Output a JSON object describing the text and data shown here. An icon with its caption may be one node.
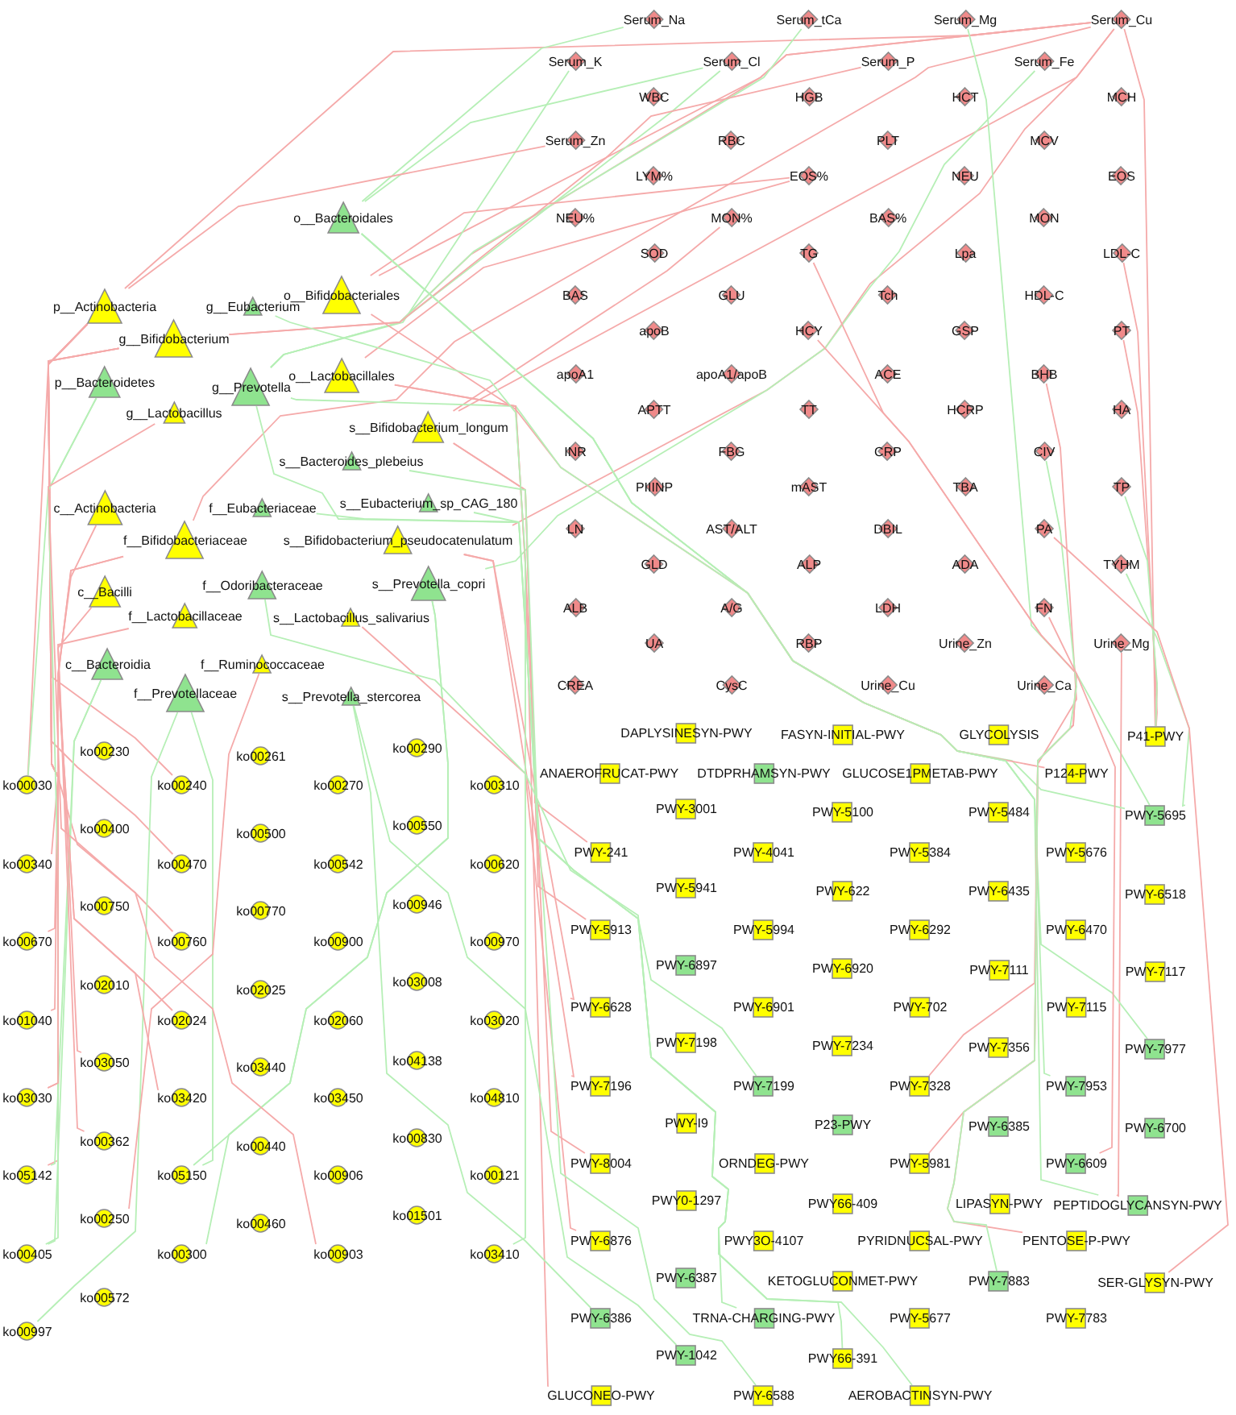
{
  "diagram": {
    "nodes": [
      {
        "text": [
          "o__Bacteroidales"
        ]
      },
      {
        "text": [
          "p__Actinobacteria"
        ]
      },
      {
        "text": [
          "g__Eubacterium"
        ]
      },
      {
        "text": [
          "o__Bifidobacteriales"
        ]
      },
      {
        "text": [
          "g__Bifidobacterium"
        ]
      },
      {
        "text": [
          "p__Bacteroidetes"
        ]
      },
      {
        "text": [
          "g__Prevotella"
        ]
      },
      {
        "text": [
          "o__Lactobacillales"
        ]
      },
      {
        "text": [
          "g__Lactobacillus"
        ]
      },
      {
        "text": [
          "s__Bifidobacterium_longum"
        ]
      },
      {
        "text": [
          "s__Bacteroides_plebeius"
        ]
      },
      {
        "text": [
          "c__Actinobacteria"
        ]
      },
      {
        "text": [
          "f__Eubacteriaceae"
        ]
      },
      {
        "text": [
          "s__Eubacterium_sp_CAG_180"
        ]
      },
      {
        "text": [
          "f__Bifidobacteriaceae"
        ]
      },
      {
        "text": [
          "s__Bifidobacterium_pseudocatenulatum"
        ]
      },
      {
        "text": [
          "c__Bacilli"
        ]
      },
      {
        "text": [
          "f__Odoribacteraceae"
        ]
      },
      {
        "text": [
          "s__Prevotella_copri"
        ]
      },
      {
        "text": [
          "f__Lactobacillaceae"
        ]
      },
      {
        "text": [
          "s__Lactobacillus_salivarius"
        ]
      },
      {
        "text": [
          "c__Bacteroidia"
        ]
      },
      {
        "text": [
          "f__Ruminococcaceae"
        ]
      },
      {
        "text": [
          "f__Prevotellaceae"
        ]
      },
      {
        "text": [
          "s__Prevotella_stercorea"
        ]
      },
      {
        "text": [
          "Serum_Na"
        ]
      },
      {
        "text": [
          "Serum_tCa"
        ]
      },
      {
        "text": [
          "Serum_Mg"
        ]
      },
      {
        "text": [
          "Serum_Cu"
        ]
      },
      {
        "text": [
          "Serum_K"
        ]
      },
      {
        "text": [
          "Serum_Cl"
        ]
      },
      {
        "text": [
          "Serum_P"
        ]
      },
      {
        "text": [
          "Serum_Fe"
        ]
      },
      {
        "text": [
          "WBC"
        ]
      },
      {
        "text": [
          "HGB"
        ]
      },
      {
        "text": [
          "HCT"
        ]
      },
      {
        "text": [
          "MCH"
        ]
      },
      {
        "text": [
          "Serum_Zn"
        ]
      },
      {
        "text": [
          "RBC"
        ]
      },
      {
        "text": [
          "PLT"
        ]
      },
      {
        "text": [
          "MCV"
        ]
      },
      {
        "text": [
          "LYM%"
        ]
      },
      {
        "text": [
          "EOS%"
        ]
      },
      {
        "text": [
          "NEU"
        ]
      },
      {
        "text": [
          "EOS"
        ]
      },
      {
        "text": [
          "NEU%"
        ]
      },
      {
        "text": [
          "MON%"
        ]
      },
      {
        "text": [
          "BAS%"
        ]
      },
      {
        "text": [
          "MON"
        ]
      },
      {
        "text": [
          "SOD"
        ]
      },
      {
        "text": [
          "TG"
        ]
      },
      {
        "text": [
          "Lpa"
        ]
      },
      {
        "text": [
          "LDL-C"
        ]
      },
      {
        "text": [
          "BAS"
        ]
      },
      {
        "text": [
          "GLU"
        ]
      },
      {
        "text": [
          "Tch"
        ]
      },
      {
        "text": [
          "HDL-C"
        ]
      },
      {
        "text": [
          "apoB"
        ]
      },
      {
        "text": [
          "HCY"
        ]
      },
      {
        "text": [
          "GSP"
        ]
      },
      {
        "text": [
          "PT"
        ]
      },
      {
        "text": [
          "apoA1"
        ]
      },
      {
        "text": [
          "apoA1/apoB"
        ]
      },
      {
        "text": [
          "ACE"
        ]
      },
      {
        "text": [
          "BHB"
        ]
      },
      {
        "text": [
          "APTT"
        ]
      },
      {
        "text": [
          "TT"
        ]
      },
      {
        "text": [
          "HCRP"
        ]
      },
      {
        "text": [
          "HA"
        ]
      },
      {
        "text": [
          "INR"
        ]
      },
      {
        "text": [
          "FBG"
        ]
      },
      {
        "text": [
          "CRP"
        ]
      },
      {
        "text": [
          "CIV"
        ]
      },
      {
        "text": [
          "PIIINP"
        ]
      },
      {
        "text": [
          "mAST"
        ]
      },
      {
        "text": [
          "TBA"
        ]
      },
      {
        "text": [
          "TP"
        ]
      },
      {
        "text": [
          "LN"
        ]
      },
      {
        "text": [
          "AST/ALT"
        ]
      },
      {
        "text": [
          "DBIL"
        ]
      },
      {
        "text": [
          "PA"
        ]
      },
      {
        "text": [
          "GLD"
        ]
      },
      {
        "text": [
          "ALP"
        ]
      },
      {
        "text": [
          "ADA"
        ]
      },
      {
        "text": [
          "TYHM"
        ]
      },
      {
        "text": [
          "ALB"
        ]
      },
      {
        "text": [
          "A/G"
        ]
      },
      {
        "text": [
          "LDH"
        ]
      },
      {
        "text": [
          "FN"
        ]
      },
      {
        "text": [
          "UA"
        ]
      },
      {
        "text": [
          "RBP"
        ]
      },
      {
        "text": [
          "Urine_Zn"
        ]
      },
      {
        "text": [
          "Urine_Mg"
        ]
      },
      {
        "text": [
          "CREA"
        ]
      },
      {
        "text": [
          "CysC"
        ]
      },
      {
        "text": [
          "Urine_Cu"
        ]
      },
      {
        "text": [
          "Urine_Ca"
        ]
      },
      {
        "text": [
          "ko00230"
        ]
      },
      {
        "text": [
          "ko00261"
        ]
      },
      {
        "text": [
          "ko00290"
        ]
      },
      {
        "text": [
          "ko00030"
        ]
      },
      {
        "text": [
          "ko00240"
        ]
      },
      {
        "text": [
          "ko00270"
        ]
      },
      {
        "text": [
          "ko00310"
        ]
      },
      {
        "text": [
          "ko00400"
        ]
      },
      {
        "text": [
          "ko00500"
        ]
      },
      {
        "text": [
          "ko00550"
        ]
      },
      {
        "text": [
          "ko00340"
        ]
      },
      {
        "text": [
          "ko00470"
        ]
      },
      {
        "text": [
          "ko00542"
        ]
      },
      {
        "text": [
          "ko00620"
        ]
      },
      {
        "text": [
          "ko00750"
        ]
      },
      {
        "text": [
          "ko00770"
        ]
      },
      {
        "text": [
          "ko00946"
        ]
      },
      {
        "text": [
          "ko00670"
        ]
      },
      {
        "text": [
          "ko00760"
        ]
      },
      {
        "text": [
          "ko00900"
        ]
      },
      {
        "text": [
          "ko00970"
        ]
      },
      {
        "text": [
          "ko02010"
        ]
      },
      {
        "text": [
          "ko02025"
        ]
      },
      {
        "text": [
          "ko03008"
        ]
      },
      {
        "text": [
          "ko01040"
        ]
      },
      {
        "text": [
          "ko02024"
        ]
      },
      {
        "text": [
          "ko02060"
        ]
      },
      {
        "text": [
          "ko03020"
        ]
      },
      {
        "text": [
          "ko03050"
        ]
      },
      {
        "text": [
          "ko03440"
        ]
      },
      {
        "text": [
          "ko04138"
        ]
      },
      {
        "text": [
          "ko03030"
        ]
      },
      {
        "text": [
          "ko03420"
        ]
      },
      {
        "text": [
          "ko03450"
        ]
      },
      {
        "text": [
          "ko04810"
        ]
      },
      {
        "text": [
          "ko00362"
        ]
      },
      {
        "text": [
          "ko00440"
        ]
      },
      {
        "text": [
          "ko00830"
        ]
      },
      {
        "text": [
          "ko05142"
        ]
      },
      {
        "text": [
          "ko05150"
        ]
      },
      {
        "text": [
          "ko00906"
        ]
      },
      {
        "text": [
          "ko00121"
        ]
      },
      {
        "text": [
          "ko00250"
        ]
      },
      {
        "text": [
          "ko00460"
        ]
      },
      {
        "text": [
          "ko01501"
        ]
      },
      {
        "text": [
          "ko00405"
        ]
      },
      {
        "text": [
          "ko00300"
        ]
      },
      {
        "text": [
          "ko00903"
        ]
      },
      {
        "text": [
          "ko03410"
        ]
      },
      {
        "text": [
          "ko00572"
        ]
      },
      {
        "text": [
          "ko00997"
        ]
      },
      {
        "text": [
          "DAPLYSINESYN-PWY"
        ]
      },
      {
        "text": [
          "FASYN-INITIAL-PWY"
        ]
      },
      {
        "text": [
          "GLYCOLYSIS"
        ]
      },
      {
        "text": [
          "P41-PWY"
        ]
      },
      {
        "text": [
          "ANAEROFRUCAT-PWY"
        ]
      },
      {
        "text": [
          "DTDPRHAMSYN-PWY"
        ]
      },
      {
        "text": [
          "GLUCOSE1PMETAB-PWY"
        ]
      },
      {
        "text": [
          "P124-PWY"
        ]
      },
      {
        "text": [
          "PWY-3001"
        ]
      },
      {
        "text": [
          "PWY-5100"
        ]
      },
      {
        "text": [
          "PWY-5484"
        ]
      },
      {
        "text": [
          "PWY-5695"
        ]
      },
      {
        "text": [
          "PWY-241"
        ]
      },
      {
        "text": [
          "PWY-4041"
        ]
      },
      {
        "text": [
          "PWY-5384"
        ]
      },
      {
        "text": [
          "PWY-5676"
        ]
      },
      {
        "text": [
          "PWY-5941"
        ]
      },
      {
        "text": [
          "PWY-622"
        ]
      },
      {
        "text": [
          "PWY-6435"
        ]
      },
      {
        "text": [
          "PWY-6518"
        ]
      },
      {
        "text": [
          "PWY-5913"
        ]
      },
      {
        "text": [
          "PWY-5994"
        ]
      },
      {
        "text": [
          "PWY-6292"
        ]
      },
      {
        "text": [
          "PWY-6470"
        ]
      },
      {
        "text": [
          "PWY-6897"
        ]
      },
      {
        "text": [
          "PWY-6920"
        ]
      },
      {
        "text": [
          "PWY-7111"
        ]
      },
      {
        "text": [
          "PWY-7117"
        ]
      },
      {
        "text": [
          "PWY-6628"
        ]
      },
      {
        "text": [
          "PWY-6901"
        ]
      },
      {
        "text": [
          "PWY-702"
        ]
      },
      {
        "text": [
          "PWY-7115"
        ]
      },
      {
        "text": [
          "PWY-7198"
        ]
      },
      {
        "text": [
          "PWY-7234"
        ]
      },
      {
        "text": [
          "PWY-7356"
        ]
      },
      {
        "text": [
          "PWY-7977"
        ]
      },
      {
        "text": [
          "PWY-7196"
        ]
      },
      {
        "text": [
          "PWY-7199"
        ]
      },
      {
        "text": [
          "PWY-7328"
        ]
      },
      {
        "text": [
          "PWY-7953"
        ]
      },
      {
        "text": [
          "PWY-I9"
        ]
      },
      {
        "text": [
          "P23-PWY"
        ]
      },
      {
        "text": [
          "PWY-6385"
        ]
      },
      {
        "text": [
          "PWY-6700"
        ]
      },
      {
        "text": [
          "PWY-8004"
        ]
      },
      {
        "text": [
          "ORNDEG-PWY"
        ]
      },
      {
        "text": [
          "PWY-5981"
        ]
      },
      {
        "text": [
          "PWY-6609"
        ]
      },
      {
        "text": [
          "PWY0-1297"
        ]
      },
      {
        "text": [
          "PWY66-409"
        ]
      },
      {
        "text": [
          "LIPASYN-PWY"
        ]
      },
      {
        "text": [
          "PEPTIDOGLYCANSYN-PWY"
        ]
      },
      {
        "text": [
          "PWY-6876"
        ]
      },
      {
        "text": [
          "PWY3O-4107"
        ]
      },
      {
        "text": [
          "PYRIDNUCSAL-PWY"
        ]
      },
      {
        "text": [
          "PENTOSE-P-PWY"
        ]
      },
      {
        "text": [
          "PWY-6387"
        ]
      },
      {
        "text": [
          "KETOGLUCONMET-PWY"
        ]
      },
      {
        "text": [
          "PWY-7883"
        ]
      },
      {
        "text": [
          "SER-GLYSYN-PWY"
        ]
      },
      {
        "text": [
          "PWY-6386"
        ]
      },
      {
        "text": [
          "TRNA-CHARGING-PWY"
        ]
      },
      {
        "text": [
          "PWY-5677"
        ]
      },
      {
        "text": [
          "PWY-7783"
        ]
      },
      {
        "text": [
          "PWY-1042"
        ]
      },
      {
        "text": [
          "PWY66-391"
        ]
      },
      {
        "text": [
          "GLUCONEO-PWY"
        ]
      },
      {
        "text": [
          "PWY-6588"
        ]
      },
      {
        "text": [
          "AEROBACTINSYN-PWY"
        ]
      }
    ],
    "edges": [
      {
        "from": 28,
        "to": 3,
        "arrow": "none"
      },
      {
        "from": 28,
        "to": 4,
        "arrow": "none"
      },
      {
        "from": 28,
        "to": 9,
        "arrow": "none"
      },
      {
        "from": 28,
        "to": 14,
        "arrow": "none"
      },
      {
        "from": 28,
        "to": 15,
        "arrow": "none"
      },
      {
        "from": 28,
        "to": 1,
        "arrow": "none"
      },
      {
        "from": 28,
        "to": 151,
        "arrow": "none"
      },
      {
        "from": 30,
        "to": 0,
        "arrow": "none",
        "color": "#b6efb6"
      },
      {
        "from": 30,
        "to": 6,
        "arrow": "none",
        "color": "#b6efb6"
      },
      {
        "from": 25,
        "to": 0,
        "arrow": "none",
        "color": "#b6efb6"
      },
      {
        "from": 29,
        "to": 6,
        "arrow": "none",
        "color": "#b6efb6"
      },
      {
        "from": 26,
        "to": 6,
        "arrow": "none",
        "color": "#b6efb6"
      },
      {
        "from": 32,
        "to": 18,
        "arrow": "none",
        "color": "#b6efb6"
      },
      {
        "from": 27,
        "to": 159,
        "arrow": "none",
        "color": "#b6efb6"
      },
      {
        "from": 31,
        "to": 4,
        "arrow": "none"
      },
      {
        "from": 42,
        "to": 3,
        "arrow": "none"
      },
      {
        "from": 42,
        "to": 7,
        "arrow": "none"
      },
      {
        "from": 46,
        "to": 9,
        "arrow": "none"
      },
      {
        "from": 37,
        "to": 1,
        "arrow": "none"
      },
      {
        "from": 52,
        "to": 151,
        "arrow": "none"
      },
      {
        "from": 60,
        "to": 151,
        "arrow": "none"
      },
      {
        "from": 76,
        "to": 151,
        "arrow": "none",
        "color": "#b6efb6"
      },
      {
        "from": 92,
        "to": 199,
        "arrow": "none"
      },
      {
        "from": 84,
        "to": 159,
        "arrow": "none",
        "color": "#b6efb6"
      },
      {
        "from": 1,
        "to": 100,
        "arrow": "none"
      },
      {
        "from": 1,
        "to": 107,
        "arrow": "none"
      },
      {
        "from": 1,
        "to": 114,
        "arrow": "none"
      },
      {
        "from": 1,
        "to": 121,
        "arrow": "none"
      },
      {
        "from": 1,
        "to": 128,
        "arrow": "none"
      },
      {
        "from": 1,
        "to": 135,
        "arrow": "none"
      },
      {
        "from": 4,
        "to": 101,
        "arrow": "none"
      },
      {
        "from": 4,
        "to": 108,
        "arrow": "none"
      },
      {
        "from": 4,
        "to": 115,
        "arrow": "none"
      },
      {
        "from": 5,
        "to": 100,
        "arrow": "none",
        "color": "#b6efb6"
      },
      {
        "from": 5,
        "to": 142,
        "arrow": "none",
        "color": "#b6efb6"
      },
      {
        "from": 21,
        "to": 135,
        "arrow": "none",
        "color": "#b6efb6"
      },
      {
        "from": 21,
        "to": 142,
        "arrow": "none",
        "color": "#b6efb6"
      },
      {
        "from": 23,
        "to": 136,
        "arrow": "none",
        "color": "#b6efb6"
      },
      {
        "from": 23,
        "to": 147,
        "arrow": "none",
        "color": "#b6efb6"
      },
      {
        "from": 14,
        "to": 122,
        "arrow": "none"
      },
      {
        "from": 14,
        "to": 129,
        "arrow": "none"
      },
      {
        "from": 18,
        "to": 136,
        "arrow": "none",
        "color": "#b6efb6"
      },
      {
        "from": 18,
        "to": 143,
        "arrow": "none",
        "color": "#b6efb6"
      },
      {
        "from": 11,
        "to": 128,
        "arrow": "none"
      },
      {
        "from": 16,
        "to": 125,
        "arrow": "none"
      },
      {
        "from": 19,
        "to": 132,
        "arrow": "none"
      },
      {
        "from": 22,
        "to": 139,
        "arrow": "none"
      },
      {
        "from": 0,
        "to": 159,
        "arrow": "none",
        "color": "#b6efb6"
      },
      {
        "from": 0,
        "to": 183,
        "arrow": "none",
        "color": "#b6efb6"
      },
      {
        "from": 0,
        "to": 199,
        "arrow": "none",
        "color": "#b6efb6"
      },
      {
        "from": 3,
        "to": 155,
        "arrow": "none"
      },
      {
        "from": 9,
        "to": 160,
        "arrow": "none"
      },
      {
        "from": 9,
        "to": 168,
        "arrow": "none"
      },
      {
        "from": 6,
        "to": 185,
        "arrow": "none",
        "color": "#b6efb6"
      },
      {
        "from": 6,
        "to": 187,
        "arrow": "none",
        "color": "#b6efb6"
      },
      {
        "from": 15,
        "to": 176,
        "arrow": "none"
      },
      {
        "from": 15,
        "to": 184,
        "arrow": "none"
      },
      {
        "from": 7,
        "to": 192,
        "arrow": "none"
      },
      {
        "from": 7,
        "to": 214,
        "arrow": "none"
      },
      {
        "from": 20,
        "to": 200,
        "arrow": "none"
      },
      {
        "from": 24,
        "to": 208,
        "arrow": "none",
        "color": "#b6efb6"
      },
      {
        "from": 24,
        "to": 212,
        "arrow": "none",
        "color": "#b6efb6"
      },
      {
        "from": 10,
        "to": 209,
        "arrow": "none",
        "color": "#b6efb6"
      },
      {
        "from": 13,
        "to": 215,
        "arrow": "none",
        "color": "#b6efb6"
      },
      {
        "from": 17,
        "to": 213,
        "arrow": "none",
        "color": "#b6efb6"
      },
      {
        "from": 12,
        "to": 216,
        "arrow": "none",
        "color": "#b6efb6"
      },
      {
        "from": 8,
        "to": 144,
        "arrow": "none"
      },
      {
        "from": 2,
        "to": 145,
        "arrow": "none",
        "color": "#b6efb6"
      },
      {
        "from": 50,
        "to": 186,
        "arrow": "none"
      },
      {
        "from": 58,
        "to": 194,
        "arrow": "none"
      },
      {
        "from": 64,
        "to": 203,
        "arrow": "none"
      },
      {
        "from": 72,
        "to": 206,
        "arrow": "none",
        "color": "#b6efb6"
      },
      {
        "from": 80,
        "to": 207,
        "arrow": "none"
      },
      {
        "from": 88,
        "to": 195,
        "arrow": "none"
      }
    ]
  }
}
